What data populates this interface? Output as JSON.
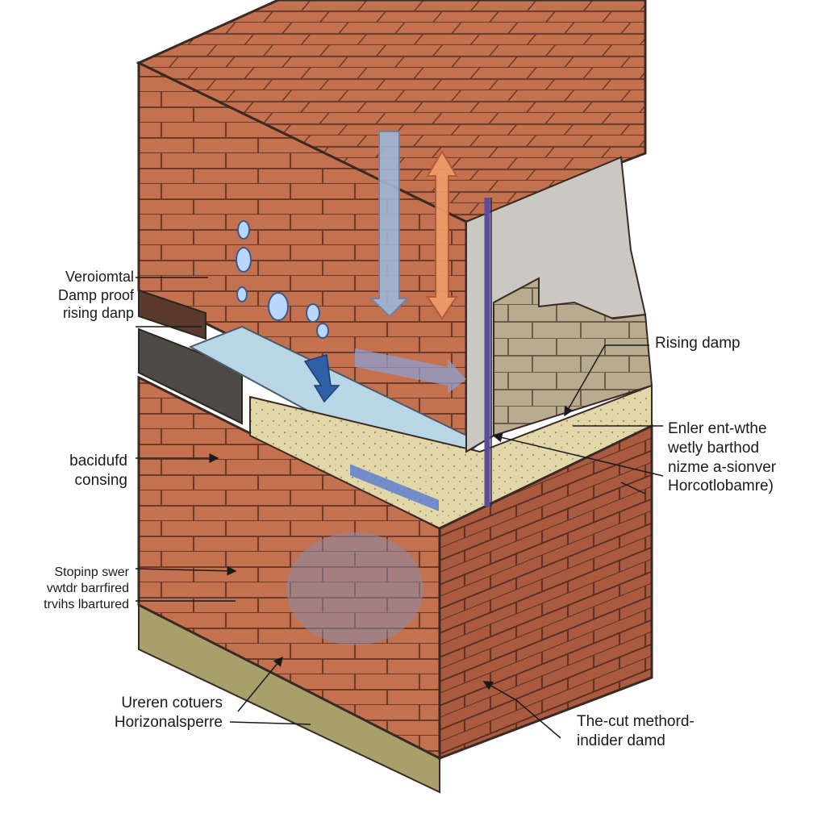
{
  "labels": {
    "left_top": [
      "Veroiomtal",
      "Damp proof",
      "rising danp"
    ],
    "left_middle": [
      "bacidufd",
      "consing"
    ],
    "left_lower": [
      "Stopinp swer",
      "vwtdr barrfired",
      "trvihs lbartured"
    ],
    "left_bottom": [
      "Ureren cotuers",
      "Horizonalsperre"
    ],
    "right_top": "Rising damp",
    "right_middle": [
      "Enler ent-wthe",
      "wetly barthod",
      "nizme a-sionver",
      "Horcotlobamre)"
    ],
    "right_bottom": [
      "The-cut methord-",
      "indider damd"
    ]
  },
  "colors": {
    "brick": "#c0704f",
    "brick_dark": "#a9563b",
    "mortar": "#d9b9a0",
    "outline": "#3a2a24",
    "wet_patch": "#8a8aa8",
    "membrane": "#b9d6e6",
    "concrete": "#e2d7a8",
    "plaster": "#c9c9c2",
    "stone": "#b9ab90",
    "ground": "#a8a06a",
    "arrow_blue": "#9fb8d8",
    "arrow_orange": "#ef9c6a",
    "injection_line": "#5a4d9a"
  },
  "icons": [
    "water-droplet-icon",
    "down-arrow-icon",
    "double-arrow-icon"
  ]
}
